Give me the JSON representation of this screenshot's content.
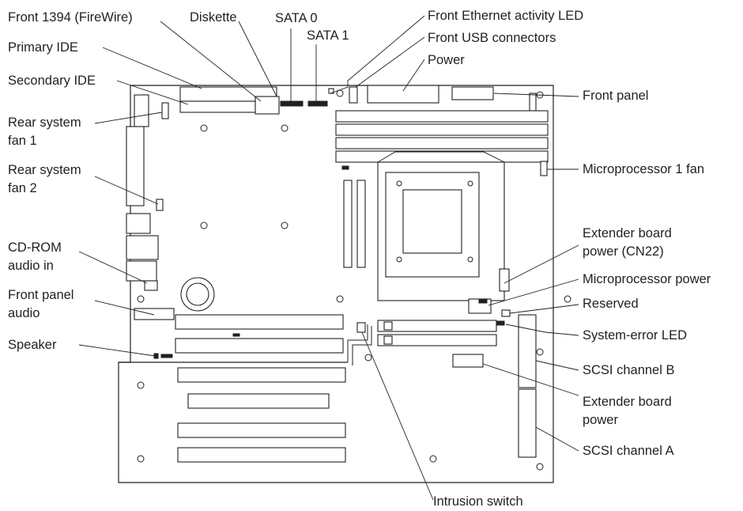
{
  "labels": {
    "front_1394": "Front 1394 (FireWire)",
    "diskette": "Diskette",
    "sata0": "SATA 0",
    "sata1": "SATA 1",
    "front_eth_led": "Front Ethernet activity LED",
    "front_usb": "Front USB connectors",
    "power": "Power",
    "primary_ide": "Primary IDE",
    "secondary_ide": "Secondary IDE",
    "front_panel": "Front panel",
    "rear_fan1_l1": "Rear system",
    "rear_fan1_l2": "fan 1",
    "rear_fan2_l1": "Rear system",
    "rear_fan2_l2": "fan 2",
    "cpu1_fan": "Microprocessor 1 fan",
    "cdrom_l1": "CD-ROM",
    "cdrom_l2": "audio in",
    "ext_cn22_l1": "Extender board",
    "ext_cn22_l2": "power (CN22)",
    "cpu_power": "Microprocessor power",
    "fp_audio_l1": "Front panel",
    "fp_audio_l2": "audio",
    "reserved": "Reserved",
    "sys_error_led": "System-error LED",
    "speaker": "Speaker",
    "scsi_b": "SCSI channel B",
    "ext_power_l1": "Extender board",
    "ext_power_l2": "power",
    "scsi_a": "SCSI channel A",
    "intrusion": "Intrusion switch"
  }
}
